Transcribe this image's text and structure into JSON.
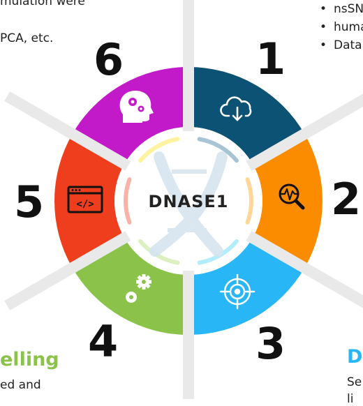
{
  "left_text": {
    "line1": "mulation were",
    "line2": "PCA, etc."
  },
  "right_bullets": [
    "nsSN",
    "huma",
    "Data"
  ],
  "bottom_left": {
    "heading": "elling",
    "line": "ed   and"
  },
  "bottom_right": {
    "heading": "D",
    "line1": "Se",
    "line2": "li"
  },
  "center": {
    "label": "DNASE1"
  },
  "segments": [
    {
      "number": "1",
      "color": "#0b5275",
      "icon": "cloud-download-icon"
    },
    {
      "number": "2",
      "color": "#fb8c00",
      "icon": "magnifier-pulse-icon"
    },
    {
      "number": "3",
      "color": "#29b6f6",
      "icon": "target-crosshair-icon"
    },
    {
      "number": "4",
      "color": "#8bc34a",
      "icon": "gears-icon"
    },
    {
      "number": "5",
      "color": "#ef3e1e",
      "icon": "code-window-icon"
    },
    {
      "number": "6",
      "color": "#c21ac9",
      "icon": "head-gears-icon"
    }
  ],
  "colors": {
    "heading_green": "#8bc34a",
    "heading_blue": "#29b6f6",
    "dna_watermark": "#d6e5f0"
  }
}
